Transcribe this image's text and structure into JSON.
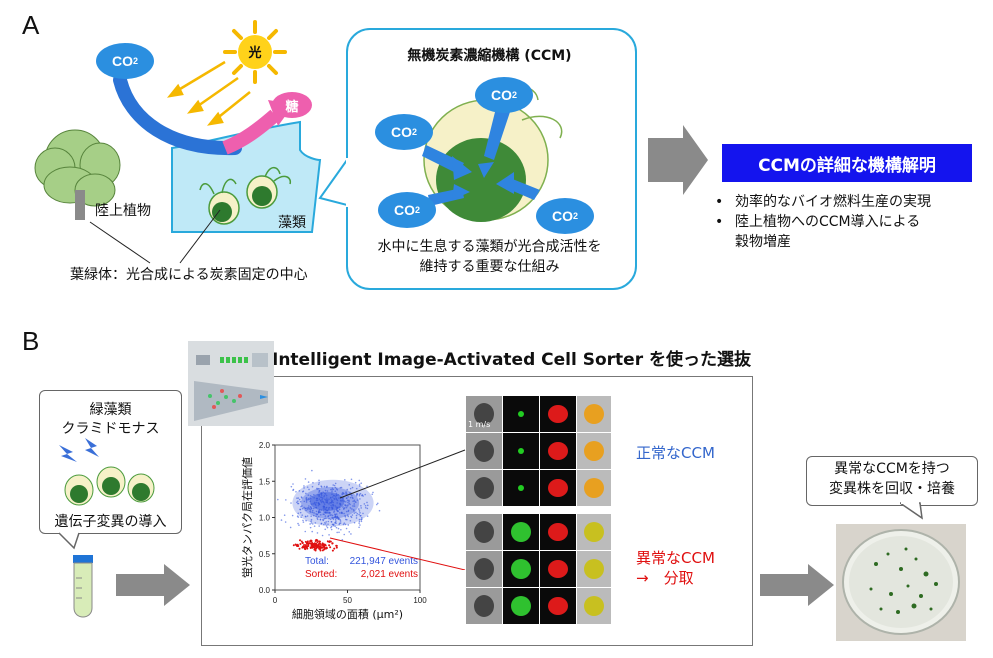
{
  "panel_a": {
    "letter": "A",
    "co2_label": "CO",
    "co2_sub": "2",
    "sun_label": "光",
    "sugar_label": "糖",
    "plant_label": "陸上植物",
    "algae_label": "藻類",
    "chloroplast_label": "葉緑体：光合成による炭素固定の中心",
    "ccm_title": "無機炭素濃縮機構 (CCM)",
    "ccm_caption_line1": "水中に生息する藻類が光合成活性を",
    "ccm_caption_line2": "維持する重要な仕組み",
    "banner": "CCMの詳細な機構解明",
    "bullets": [
      "効率的なバイオ燃料生産の実現",
      "陸上植物へのCCM導入による",
      "穀物増産"
    ],
    "bullet_mark": "•"
  },
  "panel_b": {
    "letter": "B",
    "title": "Intelligent Image-Activated Cell Sorter を使った選抜",
    "left_box_line1": "緑藻類",
    "left_box_line2": "クラミドモナス",
    "mutation_label": "遺伝子変異の導入",
    "normal_label": "正常なCCM",
    "abnormal_label1": "異常なCCM",
    "abnormal_label2": "→　分取",
    "right_box_line1": "異常なCCMを持つ",
    "right_box_line2": "変異株を回収・培養",
    "scale_label": "1 m/s"
  },
  "chart_data": {
    "type": "scatter",
    "ylabel": "蛍光タンパク局在評価値",
    "xlabel": "細胞領域の面積 (μm²)",
    "xlim": [
      0,
      100
    ],
    "ylim": [
      0.0,
      2.0
    ],
    "x_ticks": [
      "0",
      "50",
      "100"
    ],
    "y_ticks": [
      "0.0",
      "0.5",
      "1.0",
      "1.5",
      "2.0"
    ],
    "legend": [
      {
        "name": "Total:",
        "value": "221,947 events",
        "color": "#3355dd"
      },
      {
        "name": "Sorted:",
        "value": "2,021 events",
        "color": "#e01010"
      }
    ]
  },
  "colors": {
    "co2_blue": "#2b8fe0",
    "banner_blue": "#1414ee",
    "normal_text": "#3366cc",
    "abnormal_text": "#e01010",
    "arrow_gray": "#8a8a8a"
  }
}
